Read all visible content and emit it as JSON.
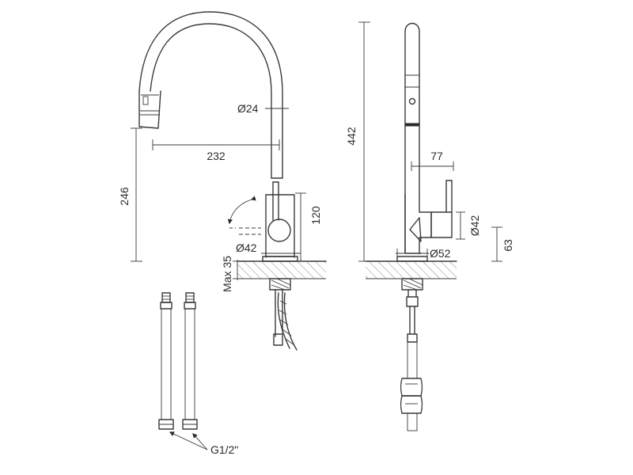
{
  "labels": {
    "spout_diameter": "Ø24",
    "reach": "232",
    "spout_height": "246",
    "lever_height": "120",
    "body_diameter_front": "Ø42",
    "max_deck": "Max 35",
    "total_height": "442",
    "lever_length": "77",
    "body_diameter_side": "Ø42",
    "base_height": "63",
    "base_diameter": "Ø52",
    "hose_thread": "G1/2\""
  }
}
